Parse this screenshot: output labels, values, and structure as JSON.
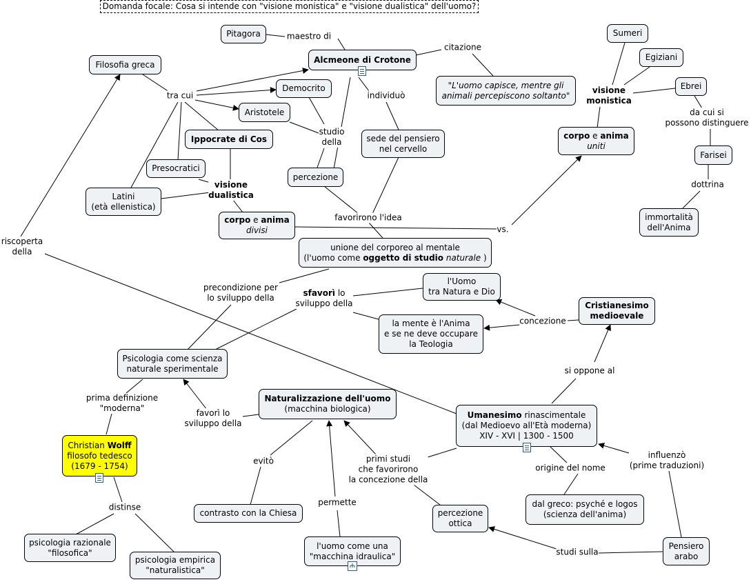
{
  "focus_question": "Domanda focale: Cosa si intende con \"visione monistica\" e \"visione dualistica\" dell'uomo?",
  "nodes": {
    "pitagora": "Pitagora",
    "alcmeone": "Alcmeone di Crotone",
    "filosofia_greca": "Filosofia greca",
    "democrito": "Democrito",
    "aristotele": "Aristotele",
    "ippocrate": "Ippocrate di Cos",
    "presocratici": "Presocratici",
    "latini_1": "Latini",
    "latini_2": "(età ellenistica)",
    "citazione_1": "\"L'uomo capisce, mentre gli",
    "citazione_2": "animali percepiscono soltanto\"",
    "sede_1": "sede del pensiero",
    "sede_2": "nel cervello",
    "percezione": "percezione",
    "sumeri": "Sumeri",
    "egiziani": "Egiziani",
    "ebrei": "Ebrei",
    "farisei": "Farisei",
    "immortalita_1": "immortalità",
    "immortalita_2": "dell'Anima",
    "corpo_anima_uniti_a": "corpo",
    "corpo_anima_uniti_b": " e ",
    "corpo_anima_uniti_c": "anima",
    "corpo_anima_uniti_d": "uniti",
    "corpo_anima_divisi_a": "corpo",
    "corpo_anima_divisi_b": " e ",
    "corpo_anima_divisi_c": "anima",
    "corpo_anima_divisi_d": "divisi",
    "unione_1": "unione del corporeo al mentale",
    "unione_2a": "(l'uomo come ",
    "unione_2b": "oggetto di studio",
    "unione_2c": " naturale",
    "unione_2d": " )",
    "uomo_natura_1": "l'Uomo",
    "uomo_natura_2": "tra Natura e Dio",
    "cristianesimo_1": "Cristianesimo",
    "cristianesimo_2": "medioevale",
    "mente_1": "la mente è l'Anima",
    "mente_2": "e se ne deve occupare",
    "mente_3": "la Teologia",
    "psicologia_1": "Psicologia come scienza",
    "psicologia_2": "naturale sperimentale",
    "naturalizzazione_1": "Naturalizzazione dell'uomo",
    "naturalizzazione_2": "(macchina biologica)",
    "umanesimo_1a": "Umanesimo",
    "umanesimo_1b": " rinascimentale",
    "umanesimo_2": "(dal Medioevo all'Età moderna)",
    "umanesimo_3": "XIV - XVI | 1300 - 1500",
    "wolff_1a": "Christian ",
    "wolff_1b": "Wolff",
    "wolff_2": "filosofo tedesco",
    "wolff_3": "(1679 - 1754)",
    "contrasto": "contrasto con la Chiesa",
    "macchina_1": "l'uomo come una",
    "macchina_2": "\"macchina idraulica\"",
    "percezione_ottica_1": "percezione",
    "percezione_ottica_2": "ottica",
    "dal_greco_1": "dal greco: psyché e logos",
    "dal_greco_2": "(scienza dell'anima)",
    "pensiero_arabo_1": "Pensiero",
    "pensiero_arabo_2": "arabo",
    "psi_razionale_1": "psicologia razionale",
    "psi_razionale_2": "\"filosofica\"",
    "psi_empirica_1": "psicologia empirica",
    "psi_empirica_2": "\"naturalistica\""
  },
  "labels": {
    "maestro_di": "maestro di",
    "citazione": "citazione",
    "tra_cui": "tra cui",
    "individuo": "individuò",
    "studio_della_1": "studio",
    "studio_della_2": "della",
    "visione_monistica_1": "visione",
    "visione_monistica_2": "monistica",
    "da_cui_1": "da cui si",
    "da_cui_2": "possono distinguere",
    "dottrina": "dottrina",
    "visione_dualistica_1": "visione",
    "visione_dualistica_2": "dualistica",
    "favorirono": "favorirono l'idea",
    "vs": "vs.",
    "riscoperta_1": "riscoperta",
    "riscoperta_2": "della",
    "precondizione_1": "precondizione per",
    "precondizione_2": "lo sviluppo della",
    "sfavori_a": "sfavorì",
    "sfavori_b": " lo",
    "sfavori_2": "sviluppo della",
    "concezione": "concezione",
    "si_oppone": "si oppone al",
    "prima_def_1": "prima  definizione",
    "prima_def_2": "\"moderna\"",
    "favori_lo_1": "favorì lo",
    "favori_lo_2": "sviluppo della",
    "evito": "evitò",
    "primi_studi_1": "primi studi",
    "primi_studi_2": "che favorirono",
    "primi_studi_3": "la concezione della",
    "origine_nome": "origine del nome",
    "influenzo_1": "influenzò",
    "influenzo_2": "(prime traduzioni)",
    "distinse": "distinse",
    "permette": "permette",
    "studi_sulla": "studi sulla"
  },
  "colors": {
    "node_fill": "#eef2f5",
    "highlight_fill": "#ffff00",
    "line": "#000000"
  },
  "icons": [
    "document-icon",
    "document-icon",
    "document-icon",
    "hierarchy-icon"
  ]
}
